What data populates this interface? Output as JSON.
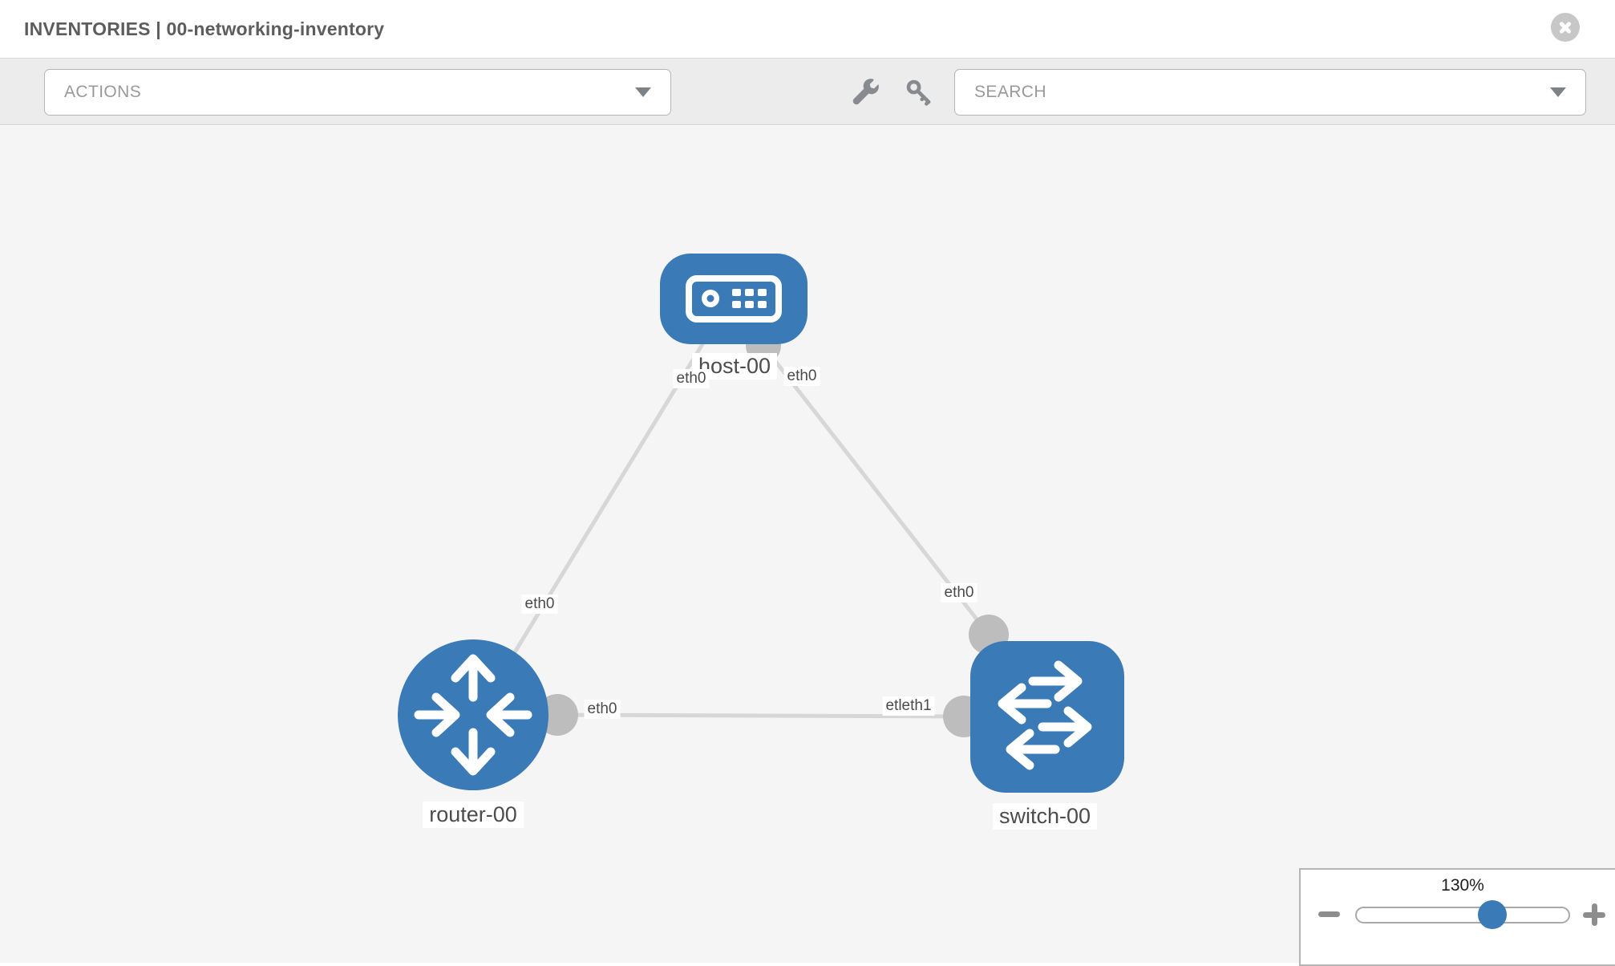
{
  "header": {
    "title": "INVENTORIES | 00-networking-inventory"
  },
  "toolbar": {
    "actions_label": "ACTIONS",
    "search_label": "SEARCH",
    "icons": [
      "wrench-icon",
      "key-icon"
    ]
  },
  "topology": {
    "nodes": [
      {
        "name": "host-00",
        "type": "host"
      },
      {
        "name": "router-00",
        "type": "router"
      },
      {
        "name": "switch-00",
        "type": "switch"
      }
    ],
    "links": [
      {
        "from": "host-00",
        "to": "router-00"
      },
      {
        "from": "host-00",
        "to": "switch-00"
      },
      {
        "from": "router-00",
        "to": "switch-00"
      }
    ],
    "interface_labels": {
      "host_left": "eth0",
      "host_right": "eth0",
      "host_router_link": "eth0",
      "router_right": "eth0",
      "switch_top": "eth0",
      "switch_left": "etleth1"
    }
  },
  "zoom_control": {
    "value": "130%"
  },
  "colors": {
    "node_blue": "#3a7ab7",
    "link_gray": "#d7d7d7",
    "connector_gray": "#bdbdbd",
    "canvas_bg": "#f5f5f6",
    "toolbar_bg": "#ececec"
  }
}
